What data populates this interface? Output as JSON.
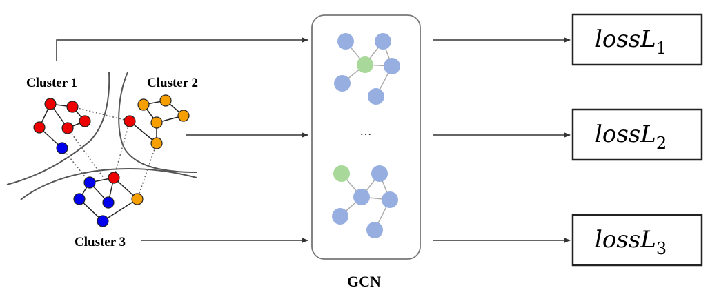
{
  "clusters": [
    {
      "label": "Cluster 1"
    },
    {
      "label": "Cluster 2"
    },
    {
      "label": "Cluster 3"
    }
  ],
  "gcn": {
    "label": "GCN",
    "ellipsis": "…"
  },
  "losses": [
    {
      "text": "lossL",
      "subscript": "1"
    },
    {
      "text": "lossL",
      "subscript": "2"
    },
    {
      "text": "lossL",
      "subscript": "3"
    }
  ],
  "colors": {
    "red_node": "#ee0000",
    "orange_node": "#f5a000",
    "blue_node": "#0000ee",
    "gcn_node": "#97aee0",
    "gcn_center_node": "#a8d99a",
    "arrow": "#333333",
    "box_border": "#222222"
  }
}
